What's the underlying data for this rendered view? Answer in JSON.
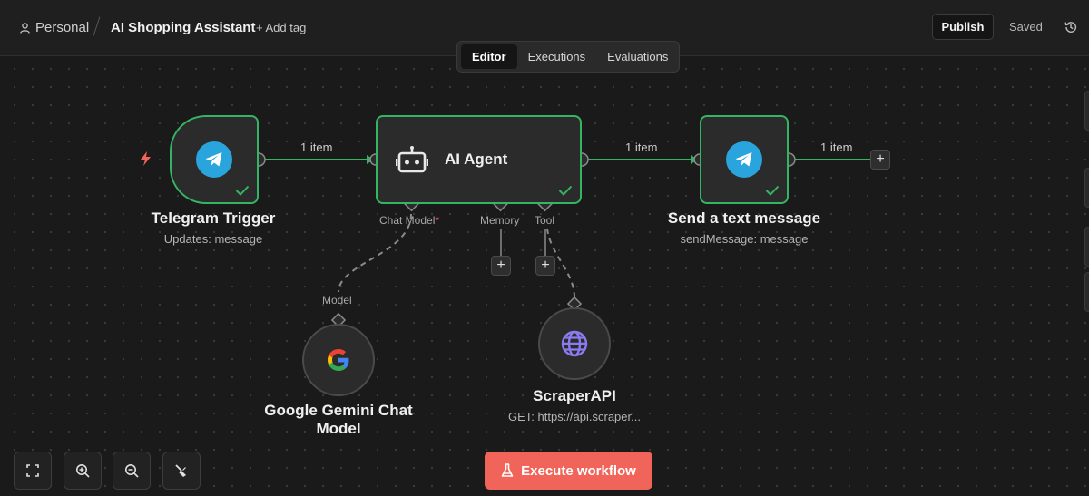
{
  "header": {
    "workspace": "Personal",
    "workflow_title": "AI Shopping Assistant",
    "add_tag": "+ Add tag",
    "publish_label": "Publish",
    "saved_label": "Saved"
  },
  "tabs": [
    {
      "label": "Editor",
      "active": true
    },
    {
      "label": "Executions",
      "active": false
    },
    {
      "label": "Evaluations",
      "active": false
    }
  ],
  "nodes": {
    "trigger": {
      "title": "Telegram Trigger",
      "subtitle": "Updates: message"
    },
    "agent": {
      "title": "AI Agent",
      "ports": {
        "chat_model": "Chat Model",
        "required_mark": "*",
        "memory": "Memory",
        "tool": "Tool"
      }
    },
    "send": {
      "title": "Send a text message",
      "subtitle": "sendMessage: message"
    },
    "gemini": {
      "title_line1": "Google Gemini Chat",
      "title_line2": "Model",
      "port_label": "Model"
    },
    "scraper": {
      "title": "ScraperAPI",
      "subtitle": "GET: https://api.scraper..."
    }
  },
  "edges": {
    "trigger_to_agent": "1 item",
    "agent_to_send": "1 item",
    "send_output": "1 item"
  },
  "footer": {
    "execute_label": "Execute workflow"
  },
  "colors": {
    "node_border_success": "#35b564",
    "execute_button": "#f0645a",
    "telegram_blue": "#2aa4dc",
    "required_red": "#ff5a5a"
  },
  "icons": [
    "user-icon",
    "history-icon",
    "telegram-icon",
    "robot-icon",
    "check-icon",
    "google-icon",
    "globe-icon",
    "bolt-icon",
    "fit-view-icon",
    "zoom-in-icon",
    "zoom-out-icon",
    "broom-icon",
    "flask-icon"
  ]
}
